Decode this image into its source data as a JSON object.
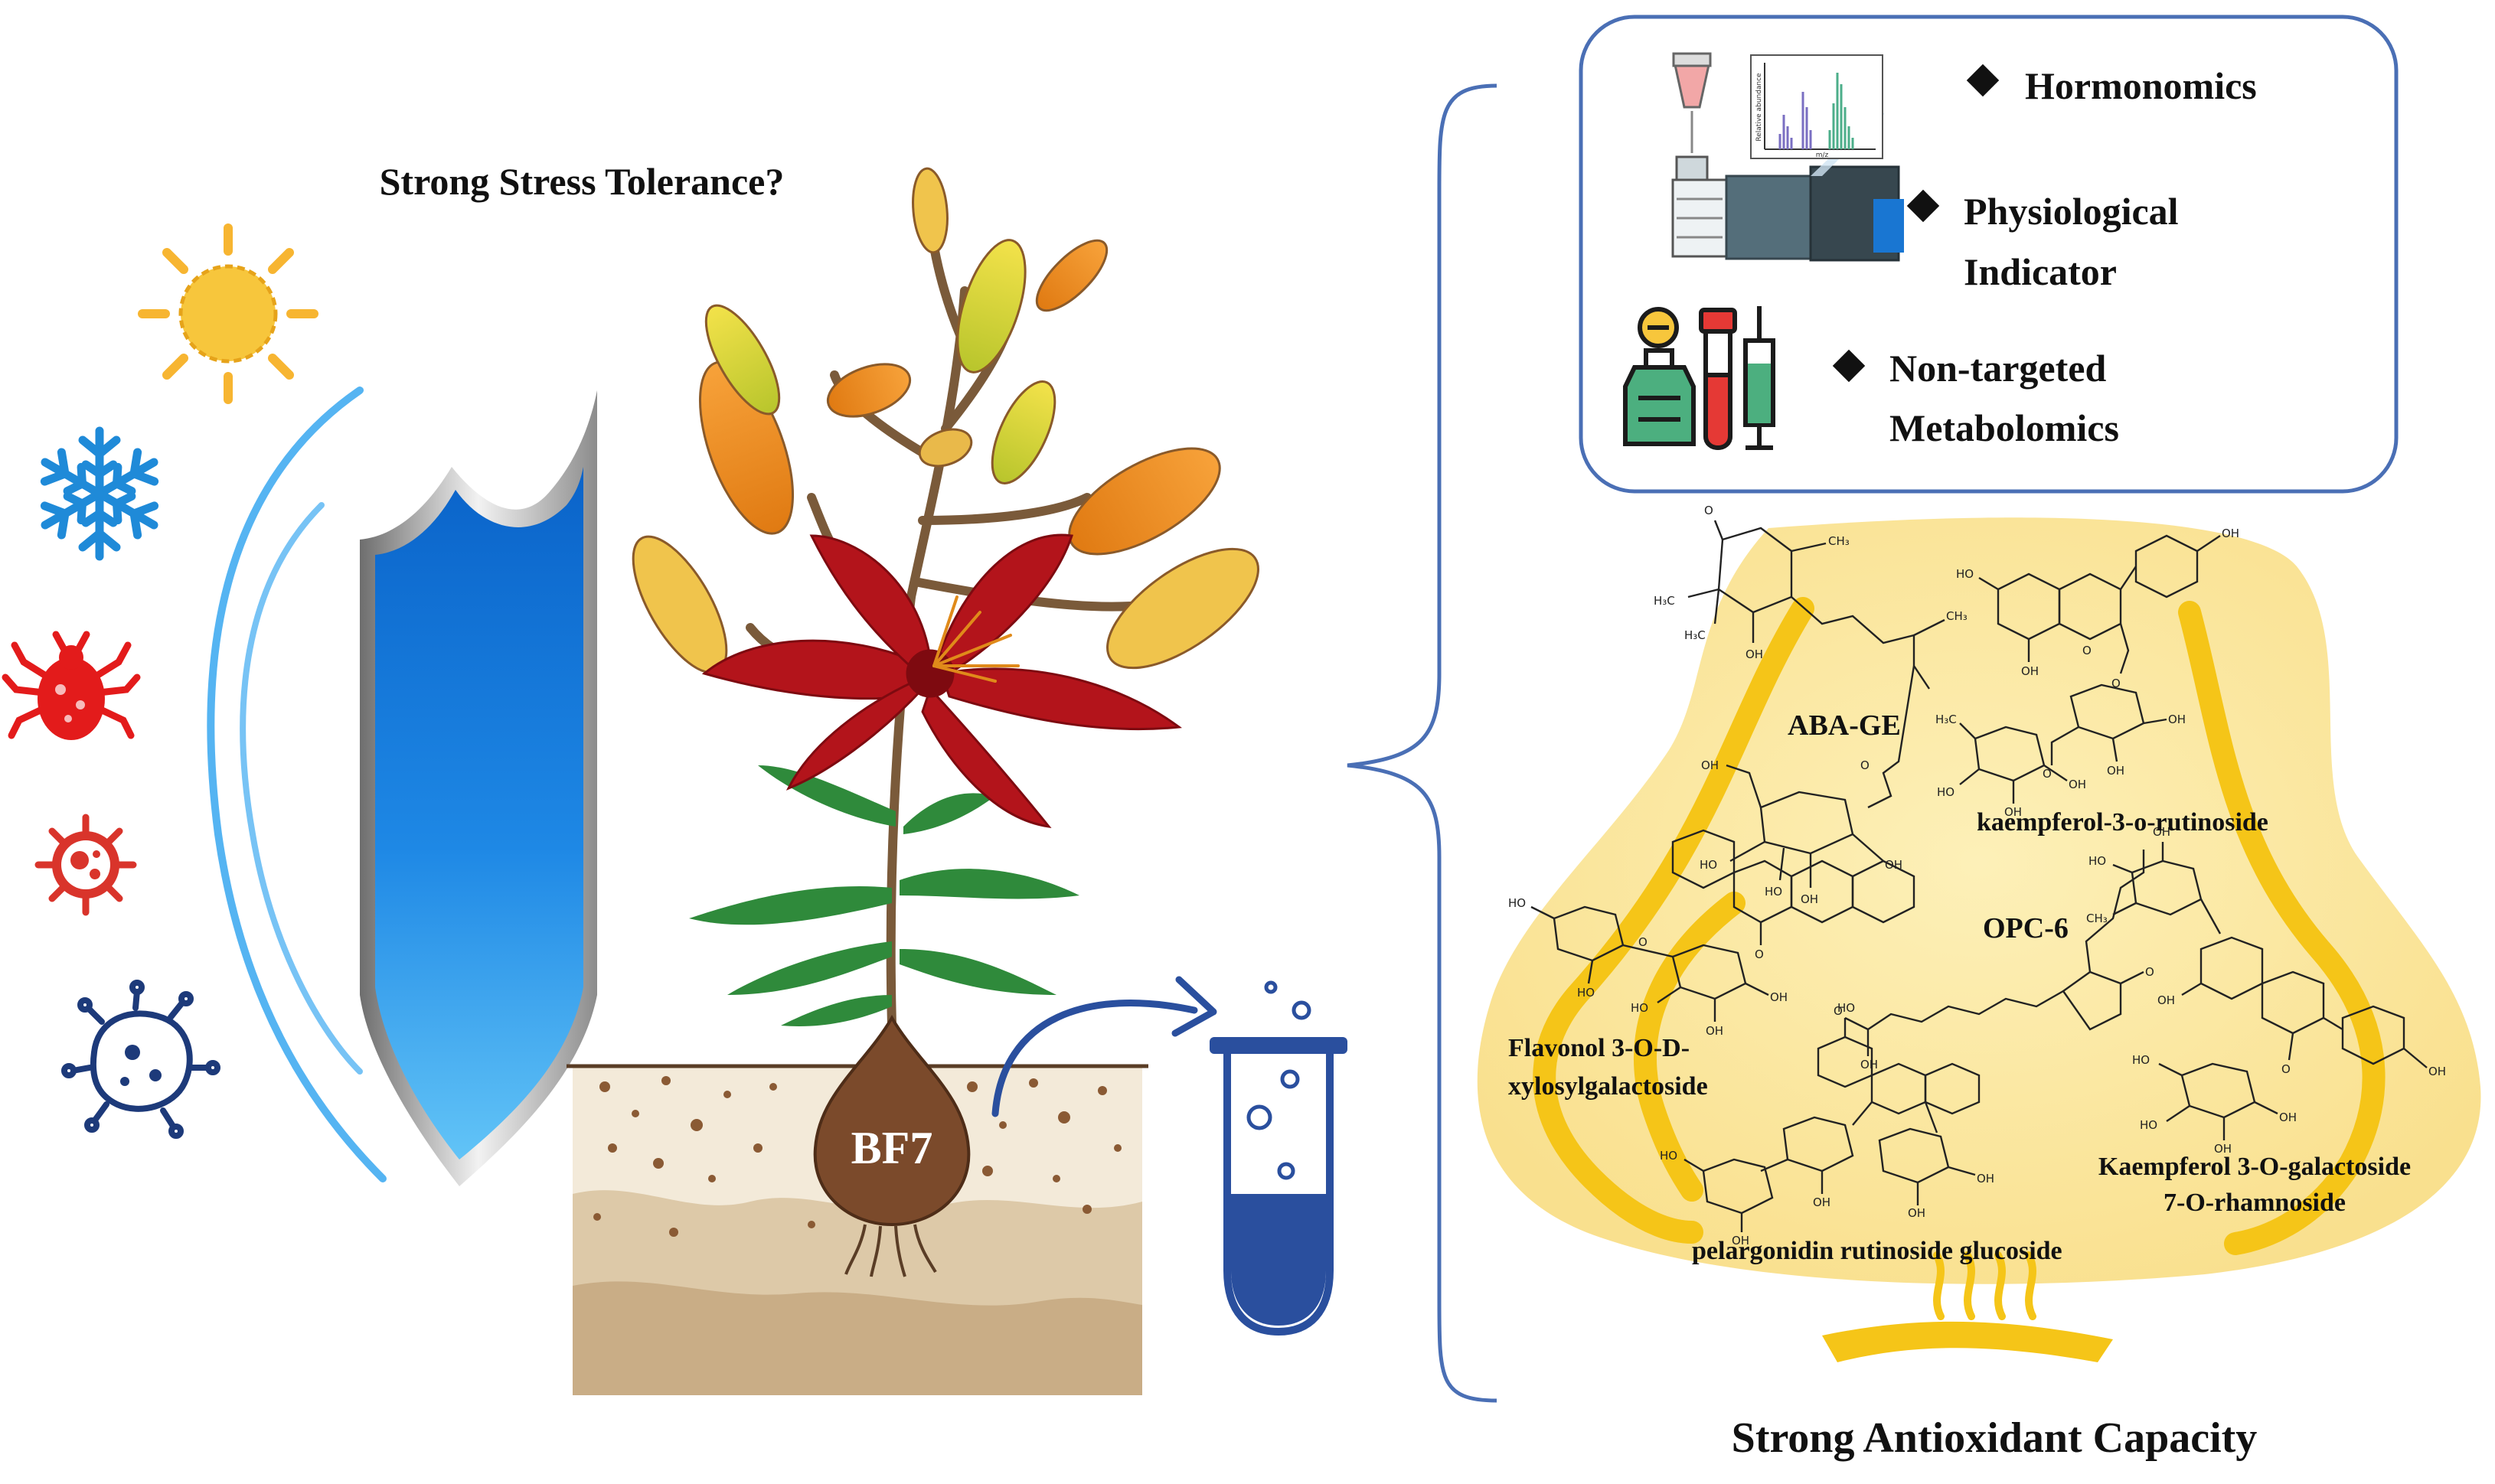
{
  "title": "Strong Stress Tolerance?",
  "bulb_label": "BF7",
  "methods": [
    {
      "lines": [
        "Hormonomics"
      ]
    },
    {
      "lines": [
        "Physiological",
        "Indicator"
      ]
    },
    {
      "lines": [
        "Non-targeted",
        "Metabolomics"
      ]
    }
  ],
  "chart_axes": {
    "y": "Relative abundance",
    "x": "m/z"
  },
  "metabolites": {
    "aba_ge": "ABA-GE",
    "kaempferol_rut": "kaempferol-3-o-rutinoside",
    "opc6": "OPC-6",
    "flavonol": [
      "Flavonol 3-O-D-",
      "xylosylgalactoside"
    ],
    "kaempferol_gal": [
      "Kaempferol 3-O-galactoside",
      "7-O-rhamnoside"
    ],
    "pelargonidin": "pelargonidin rutinoside glucoside"
  },
  "conclusion": "Strong Antioxidant Capacity",
  "stress_icons": [
    "sun-icon",
    "snowflake-icon",
    "mite-icon",
    "bacterium-icon",
    "virus-icon"
  ],
  "colors": {
    "shield_blue": "#1e88e5",
    "box_border": "#4a6fb5",
    "glow": "#fbe59a",
    "glow_line": "#f5c518",
    "flower_red": "#b3141b",
    "bulb_brown": "#7b4a2b",
    "soil": "#d8c3a4",
    "tube_fill": "#2a4f9e",
    "pest_red": "#e31b1b",
    "virus_navy": "#1d3a7a",
    "snow_blue": "#1f8ad8",
    "sun_yellow": "#f7c63c"
  }
}
